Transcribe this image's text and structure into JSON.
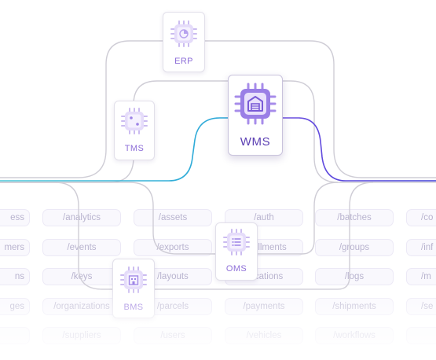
{
  "nodes": {
    "erp": {
      "label": "ERP",
      "icon": "pie-chart-icon"
    },
    "tms": {
      "label": "TMS",
      "icon": "dice-icon"
    },
    "wms": {
      "label": "WMS",
      "icon": "warehouse-icon"
    },
    "oms": {
      "label": "OMS",
      "icon": "list-icon"
    },
    "bms": {
      "label": "BMS",
      "icon": "building-icon"
    }
  },
  "endpoints": [
    [
      "ess",
      "/analytics",
      "/assets",
      "/auth",
      "/batches",
      "/co"
    ],
    [
      "mers",
      "/events",
      "/exports",
      "/fulfillments",
      "/groups",
      "/inf"
    ],
    [
      "ns",
      "/keys",
      "/layouts",
      "/locations",
      "/logs",
      "/m"
    ],
    [
      "ges",
      "/organizations",
      "/parcels",
      "/payments",
      "/shipments",
      "/se"
    ],
    [
      "",
      "/suppliers",
      "/users",
      "/vehicles",
      "/workflows",
      ""
    ]
  ],
  "colors": {
    "line_gray": "#cfcdd6",
    "gradient_teal": "#36c2d6",
    "gradient_violet": "#5b4fe0",
    "accent_purple": "#8e6fd8",
    "wms_purple": "#6b46c8"
  }
}
